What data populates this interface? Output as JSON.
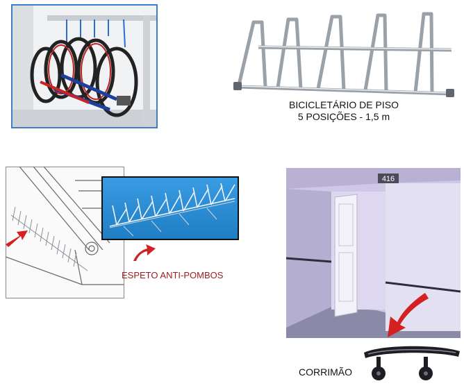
{
  "bike_rack": {
    "caption_line1": "BICICLETÁRIO DE PISO",
    "caption_line2": "5 POSIÇÕES - 1,5 m"
  },
  "spikes": {
    "caption": "ESPETO ANTI-POMBOS"
  },
  "handrail": {
    "room_number": "416",
    "caption": "CORRIMÃO"
  },
  "colors": {
    "photo_frame_blue": "#3d7fc4",
    "spike_sky_blue": "#2d8fd6",
    "accent_red": "#d42020",
    "caption_red": "#9b1c1c",
    "wall_lavender": "#cfc7e6"
  }
}
